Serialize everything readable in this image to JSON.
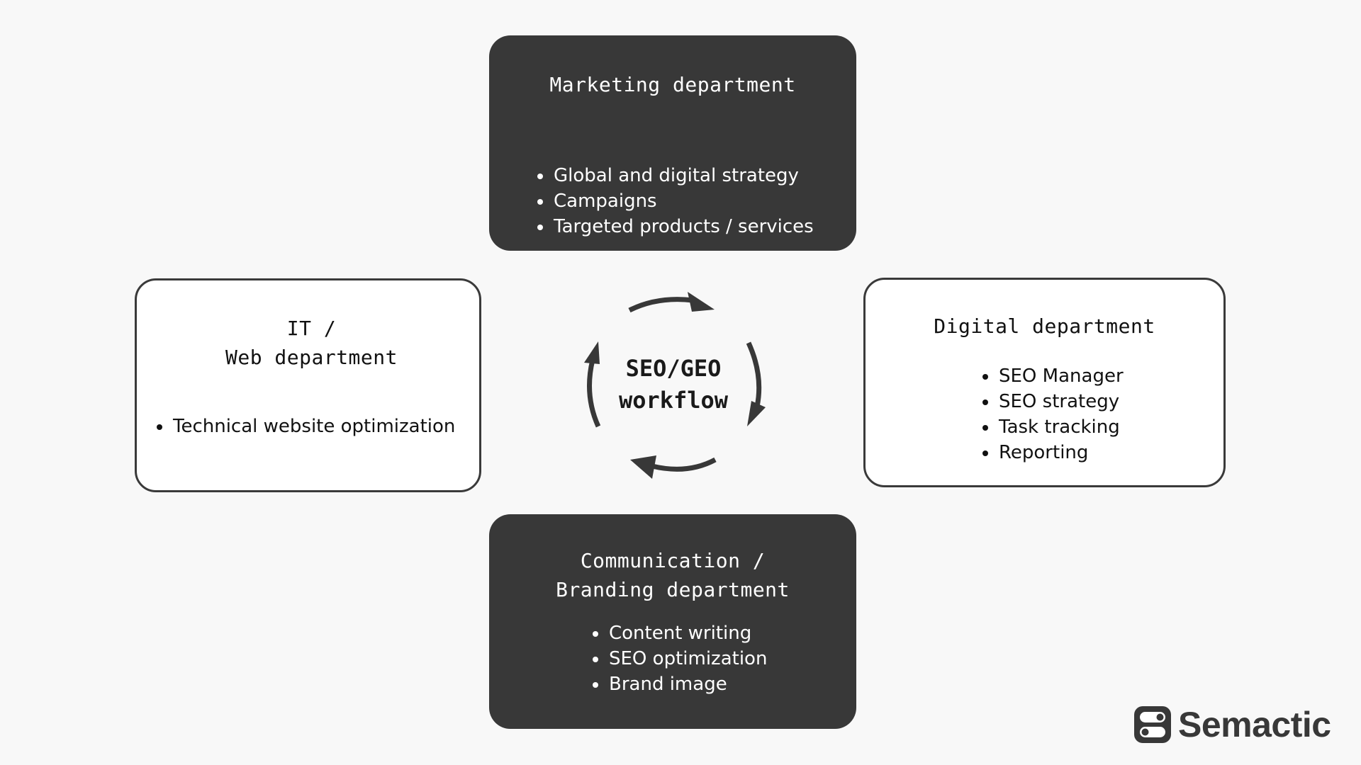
{
  "diagram": {
    "center": {
      "label": "SEO/GEO\nworkflow"
    },
    "departments": {
      "marketing": {
        "title": "Marketing department",
        "items": [
          "Global and digital strategy",
          "Campaigns",
          "Targeted products / services"
        ]
      },
      "it_web": {
        "title": "IT /\nWeb department",
        "items": [
          "Technical website optimization"
        ]
      },
      "digital": {
        "title": "Digital department",
        "items": [
          "SEO Manager",
          "SEO strategy",
          "Task tracking",
          "Reporting"
        ]
      },
      "communication": {
        "title": "Communication /\nBranding department",
        "items": [
          "Content writing",
          "SEO optimization",
          "Brand image"
        ]
      }
    }
  },
  "brand": {
    "name": "Semactic",
    "icon": "semactic-logo-icon"
  },
  "colors": {
    "background": "#f8f8f8",
    "dark_box": "#383838",
    "light_box": "#ffffff",
    "border": "#3a3a3a",
    "arrow": "#383838"
  }
}
